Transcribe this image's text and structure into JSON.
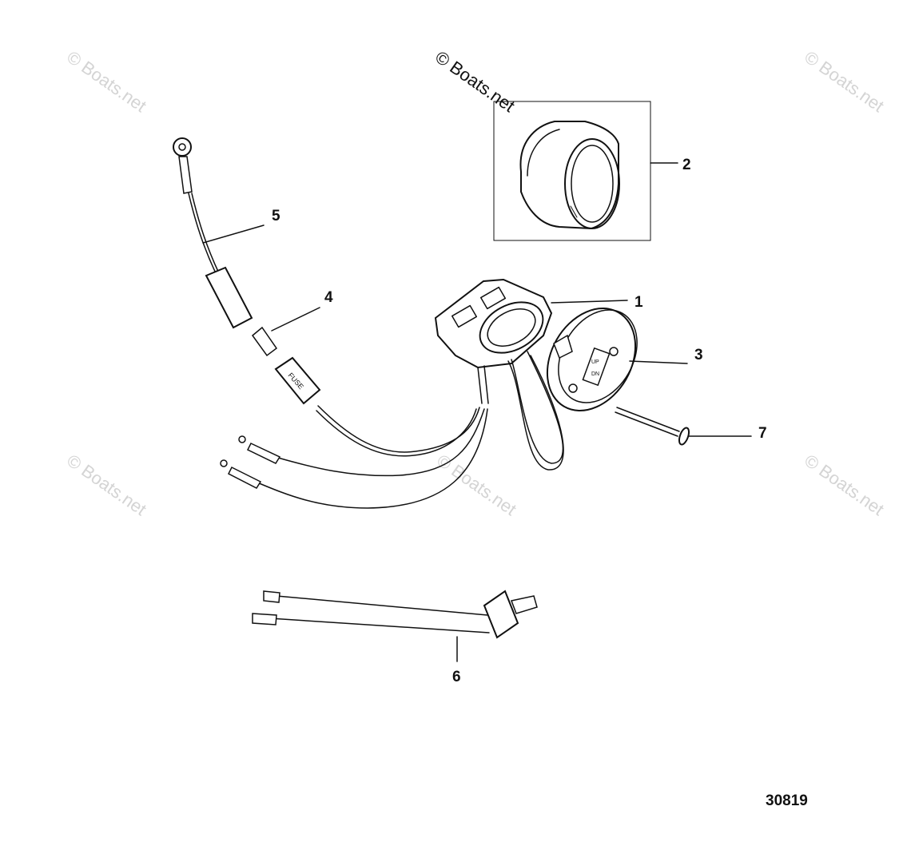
{
  "watermark": {
    "main": "© Boats.net",
    "faint": "© Boats.net"
  },
  "callouts": [
    {
      "id": "1",
      "label": "1"
    },
    {
      "id": "2",
      "label": "2"
    },
    {
      "id": "3",
      "label": "3"
    },
    {
      "id": "4",
      "label": "4"
    },
    {
      "id": "5",
      "label": "5"
    },
    {
      "id": "6",
      "label": "6"
    },
    {
      "id": "7",
      "label": "7"
    }
  ],
  "diagram_ref": "30819",
  "parts": {
    "fuse_text": "FUSE",
    "switch_text_top": "UP",
    "switch_text_bottom": "DN"
  }
}
